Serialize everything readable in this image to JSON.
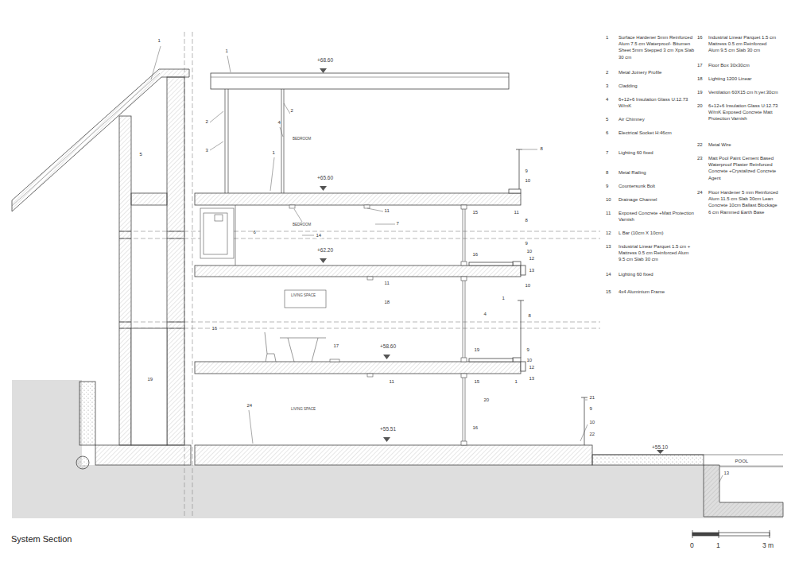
{
  "diagram": {
    "title": "System Section",
    "labels": [
      "1",
      "5",
      "19",
      "1",
      "2",
      "3",
      "2",
      "4",
      "1",
      "BEDROOM",
      "+68.60",
      "8",
      "9",
      "10",
      "+65.60",
      "10",
      "11",
      "7",
      "6",
      "BEDROOM",
      "14",
      "15",
      "11",
      "8",
      "9",
      "16",
      "10",
      "12",
      "13",
      "+62.20",
      "11",
      "10",
      "LIVING SPACE",
      "18",
      "1",
      "4",
      "8",
      "16",
      "17",
      "+58.60",
      "19",
      "9",
      "10",
      "12",
      "13",
      "11",
      "15",
      "1",
      "20",
      "21",
      "9",
      "LIVING SPACE",
      "24",
      "10",
      "22",
      "+55.51",
      "16",
      "+55.10",
      "POOL",
      "13",
      "0",
      "1",
      "3 m",
      "1",
      "Surface Hardener 5mm Reinforced Alum 7.5 cm Waterproof- Bitumen Sheet 5mm Stepped 3 cm Xps Slab 30 cm",
      "2",
      "Metal Joinery Profile",
      "3",
      "Cladding",
      "4",
      "6+12+6 Insulation Glass U:12.73 W/mK",
      "5",
      "Air Chimney",
      "6",
      "Electrical Socket H:46cm",
      "7",
      "Lighting 60 fixed",
      "8",
      "Metal Railing",
      "9",
      "Countersunk Bolt",
      "10",
      "Drainage Channel",
      "11",
      "Exposed Concrete +Matt Protection Varnish",
      "12",
      "L Bar (10cm X 10cm)",
      "13",
      "Industrial Linear Parquet 1.5 cm + Mattress 0.5 cm Reinforced Alum 9.5 cm Slab 30 cm",
      "14",
      "Lighting 60 fixed",
      "15",
      "4x4 Aluminium Frame",
      "16",
      "Industrial Linear Parquet 1.5 cm Mattress 0.5 cm Reinforced Alum 9.5 cm Slab 30 cm",
      "17",
      "Floor Box 30x30cm",
      "18",
      "Lighting 1200 Linear",
      "19",
      "Ventilation 60X15 cm h:yer.30cm",
      "20",
      "6+12+6 Insulation Glass U:12.73 W/mK Exposed Concrete Matt Protection Varnish",
      "22",
      "Metal Wire",
      "23",
      "Matt Pool Paint Cement Based Waterproof Plaster Reinforced Concrete +Crystalized Concrete Agent",
      "24",
      "Floor Hardener 5 mm Reinforced Alum 11.5 cm Slab 30cm Lean Concrete 10cm Ballast Blockage 6 cm Rammed Earth Base"
    ]
  }
}
